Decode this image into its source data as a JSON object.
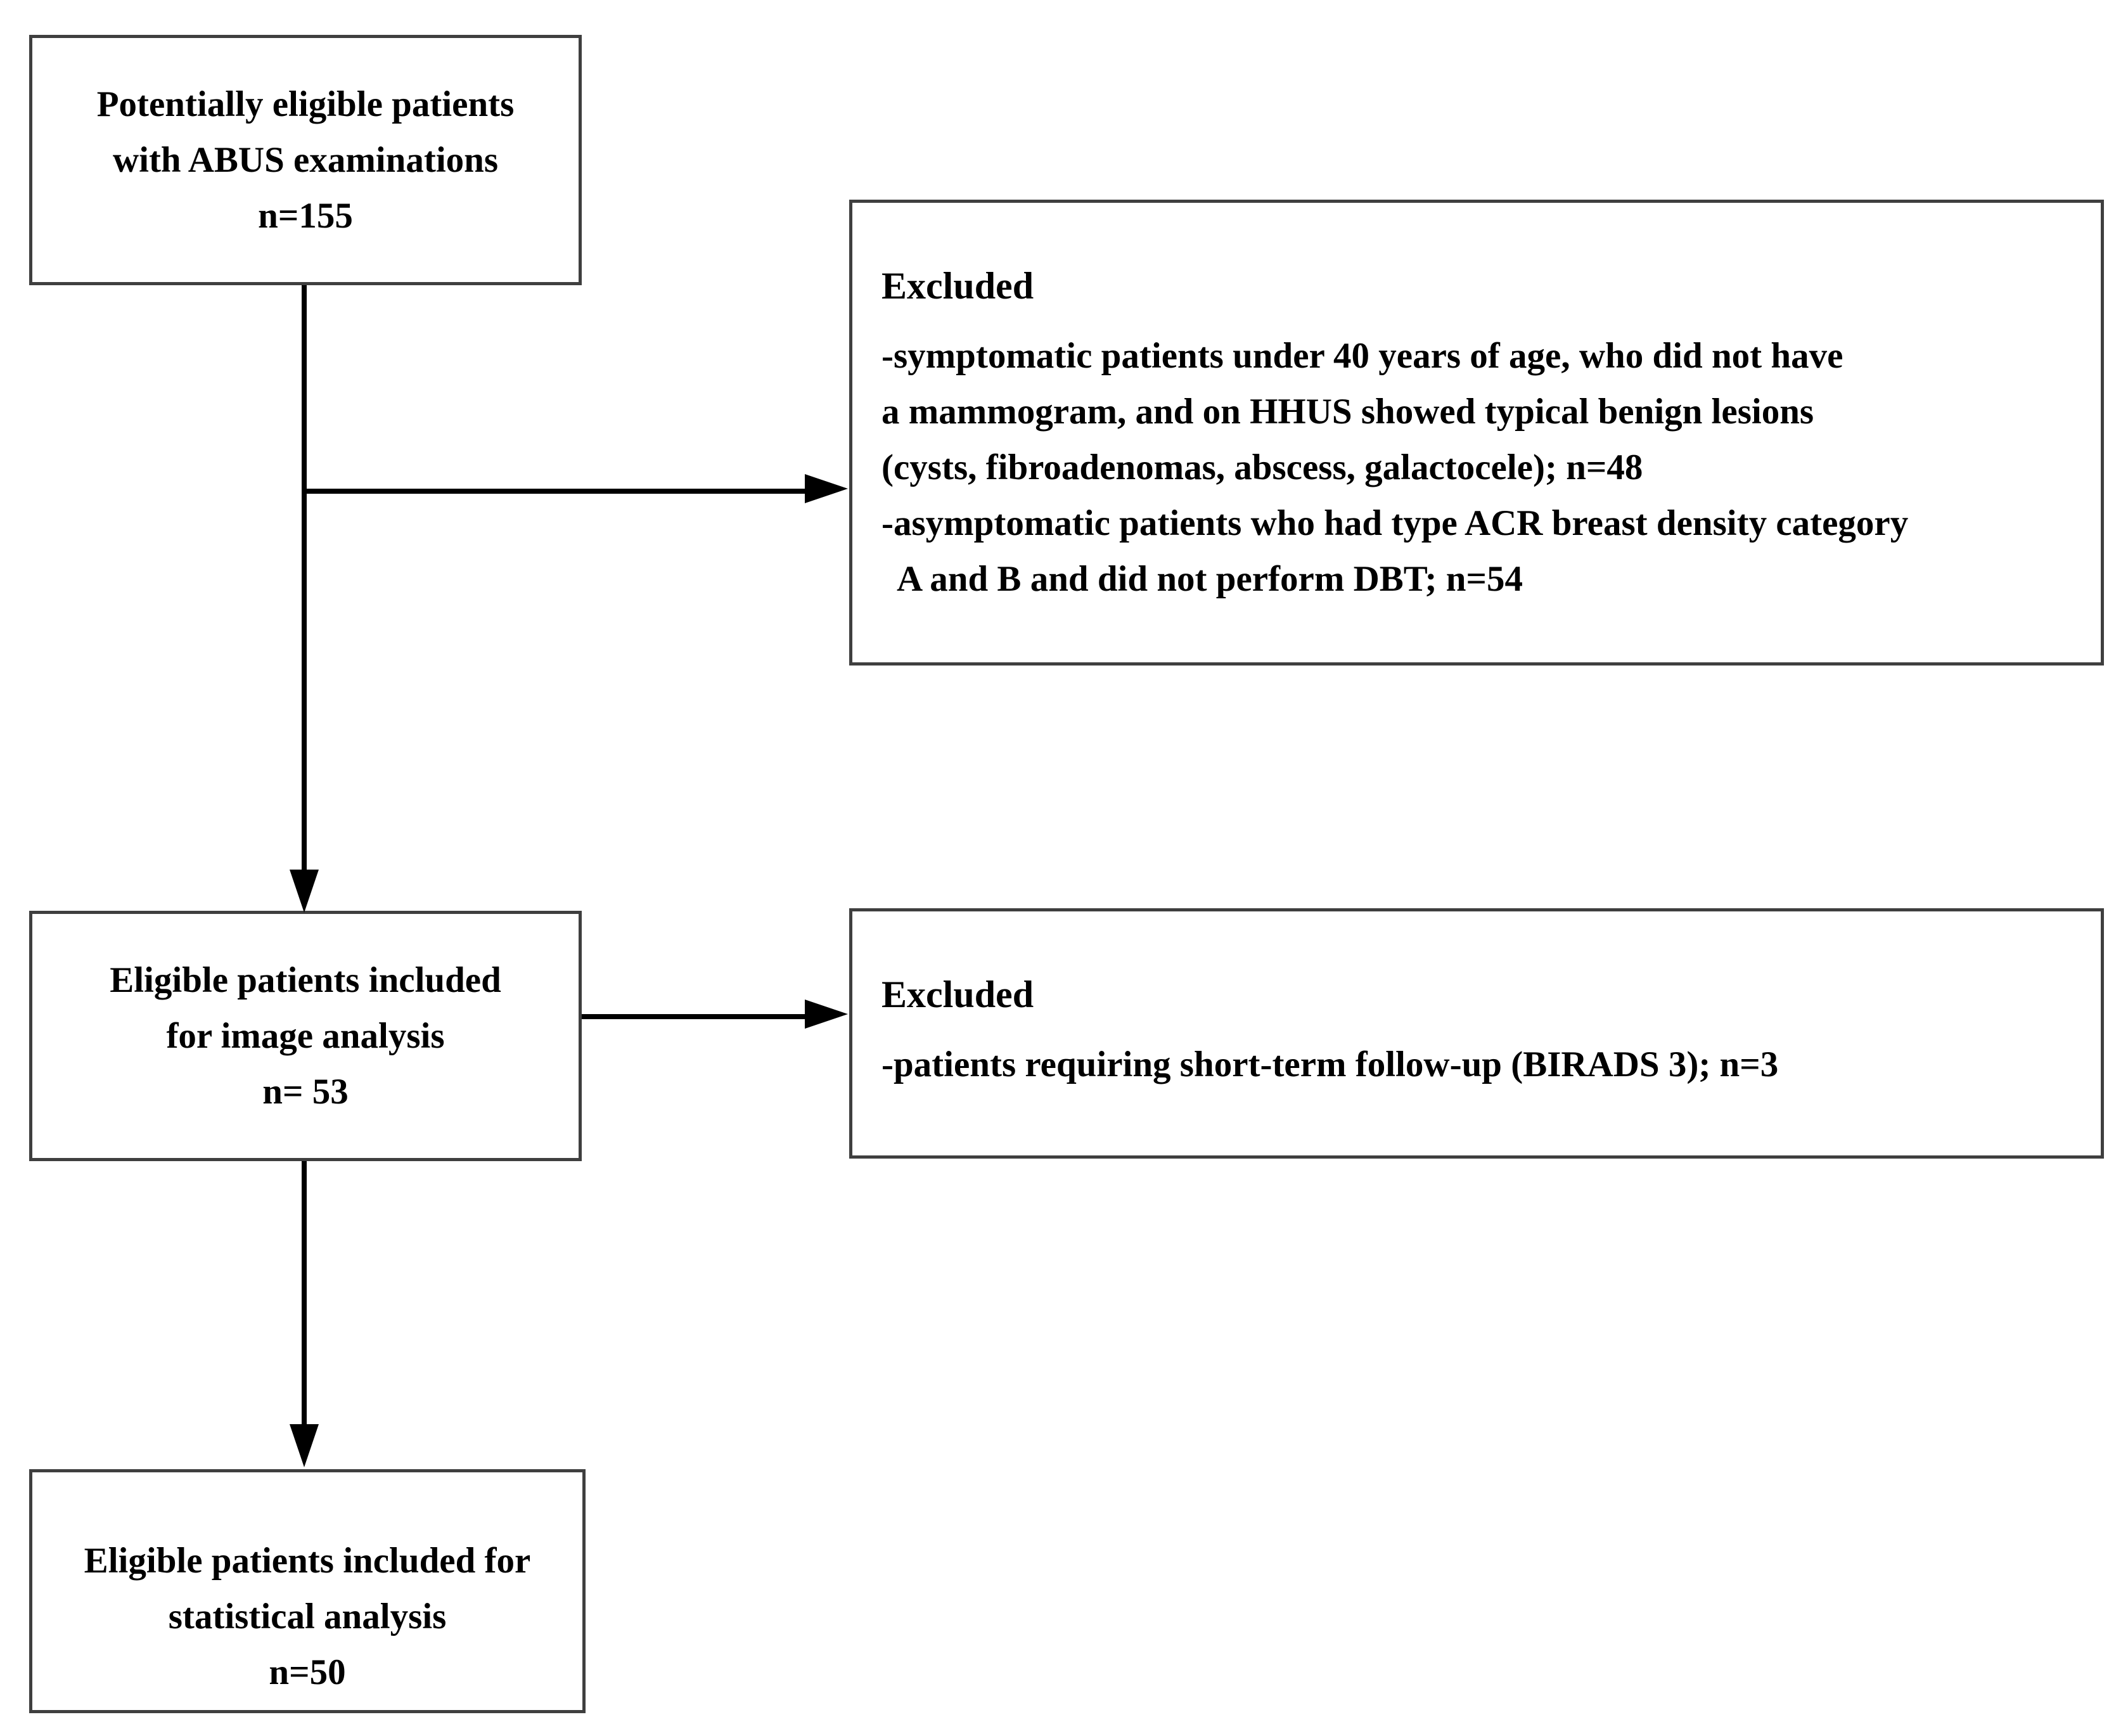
{
  "colors": {
    "background": "#ffffff",
    "text": "#000000",
    "box_border": "#3f3f3f",
    "arrow": "#000000"
  },
  "boxes": {
    "potential": {
      "lines": [
        "Potentially eligible patients",
        "with ABUS examinations",
        "n=155"
      ]
    },
    "excluded1": {
      "heading": "Excluded",
      "items": [
        "-symptomatic patients under 40 years of age, who did not have",
        "a mammogram, and on HHUS showed typical benign lesions",
        "(cysts, fibroadenomas, abscess, galactocele); n=48",
        "-asymptomatic patients who had type ACR breast density category",
        "A and B and did not perform DBT; n=54"
      ]
    },
    "image_analysis": {
      "lines": [
        "Eligible patients included",
        "for image analysis",
        "n= 53"
      ]
    },
    "excluded2": {
      "heading": "Excluded",
      "items": [
        "-patients requiring short-term follow-up (BIRADS 3); n=3"
      ]
    },
    "statistical": {
      "lines": [
        "Eligible patients included for",
        "statistical analysis",
        "n=50"
      ]
    }
  }
}
